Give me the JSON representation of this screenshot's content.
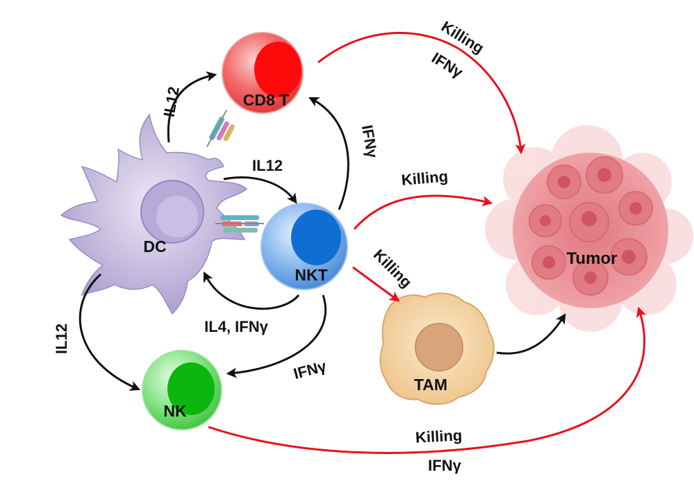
{
  "cells": {
    "dc": "DC",
    "cd8t": "CD8 T",
    "nkt": "NKT",
    "nk": "NK",
    "tam": "TAM",
    "tumor": "Tumor"
  },
  "edges": {
    "dc_to_cd8": "IL12",
    "dc_to_nkt": "IL12",
    "dc_to_nk": "IL12",
    "nkt_to_cd8": "IFNγ",
    "nkt_to_dc": "IL4, IFNγ",
    "nkt_to_nk": "IFNγ",
    "cd8_to_tumor_1": "Killing",
    "cd8_to_tumor_2": "IFNγ",
    "nkt_to_tumor": "Killing",
    "nkt_to_tam": "Killing",
    "nk_to_tumor_1": "Killing",
    "nk_to_tumor_2": "IFNγ"
  },
  "colors": {
    "activation_arrow": "#111111",
    "killing_arrow": "#e8101a",
    "cd8_cell": "#f25555",
    "nkt_cell": "#5b9ee6",
    "nk_cell": "#4fd24f",
    "dc_cell": "#b3a7d3",
    "tam_cell": "#f0cf9c",
    "tumor": "#ea8a8f"
  }
}
